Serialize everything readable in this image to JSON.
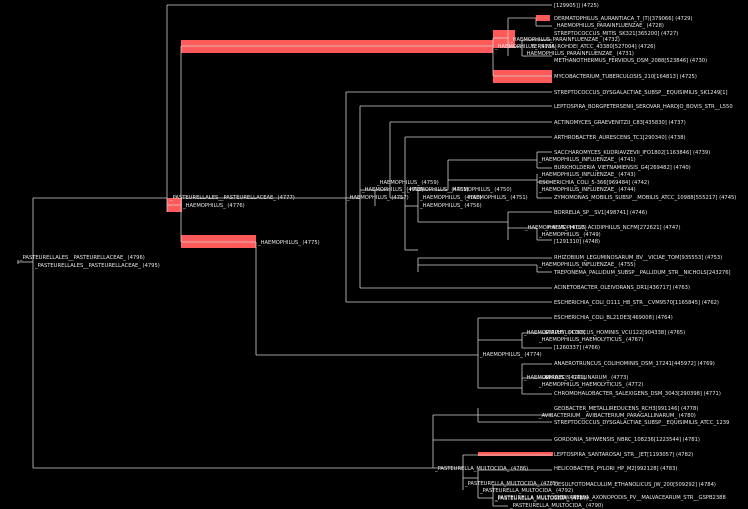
{
  "colors": {
    "background": "#000000",
    "branch": "#d0d0d0",
    "label": "#e8e8e8",
    "highlight": "#ff5a5a"
  },
  "labels": {
    "n4725a": "[129905]] (4725)",
    "n4729": "DERMATOPHILUS_AURANTIACA_T_(T)[379066] (4729)",
    "n4728": "_HAEMOPHILUS_PARAINFLUENZAE_ (4728)",
    "n4727": "STREPTOCOCCUS_MITIS_SK321[365200] (4727)",
    "n4732": "_HAEMOPHILUS_PARAINFLUENZAE_ (4732)",
    "n4736": "_HAEMOPHILUS_ (4736)",
    "n4726": "YERSINIA_ROHDEI_ATCC_43380[527004] (4726)",
    "n4731": "_HAEMOPHILUS_PARAINFLUENZAE_ (4731)",
    "n4730": "METHANOTHERMUS_FERVIDUS_DSM_2088[523846] (4730)",
    "n4725b": "MYCOBACTERIUM_TUBERCULOSIS_210[164813] (4725)",
    "n4734": "STREPTOCOCCUS_DYSGALACTIAE_SUBSP__EQUISIMILIS_SK1249[1]",
    "n4733": "LEPTOSPIRA_BORGPETERSENII_SEROVAR_HARDJO_BOVIS_STR__L550",
    "n4737": "ACTINOMYCES_GRAEVENITZII_C83[435830] (4737)",
    "n4738": "ARTHROBACTER_AURESCENS_TC1[290340] (4738)",
    "n4739": "SACCHAROMYCES_KUDRIAVZEVII_IFO1802[1163846] (4739)",
    "n4741": "_HAEMOPHILUS_INFLUENZAE_ (4741)",
    "n4740": "BURKHOLDERIA_VIETNAMIENSIS_G4[269482] (4740)",
    "n4743": "_HAEMOPHILUS_INFLUENZAE_ (4743)",
    "n4742": "ESCHERICHIA_COLI_5-366[969484] (4742)",
    "n4744": "_HAEMOPHILUS_INFLUENZAE_ (4744)",
    "n4745": "ZYMOMONAS_MOBILIS_SUBSP__MOBILIS_ATCC_10988[555217] (4745)",
    "n4750": "_HAEMOPHILUS_ (4750)",
    "n4746": "BORRELIA_SP__SV1[498741] (4746)",
    "n4752": "_HAEMOPHILUS_ (4752)",
    "n4747": "_HAEMOPHILUS_ACIDIPHILUS_NCFM[272621] (4747)",
    "n4749": "_HAEMOPHILUS_ (4749)",
    "n4748": "[1291310] (4748)",
    "n4753": "RHIZOBIUM_LEGUMINOSARUM_BV__VICIAE_TOM[935553] (4753)",
    "n4755": "_HAEMOPHILUS_INFLUENZAE_ (4755)",
    "n4754": "TREPONEMA_PALLIDUM_SUBSP__PALLIDUM_STR__NICHOLS[243276]",
    "n4760": "_HAEMOPHILUS_ (4760)",
    "n4751": "_HAEMOPHILUS_ (4751)",
    "n4756": "_HAEMOPHILUS_ (4756)",
    "n4759": "_HAEMOPHILUS_ (4759)",
    "n4758": "_HAEMOPHILUS_ (4758)",
    "n4761": "_HAEMOPHILUS_ (4761)",
    "n4757": "_HAEMOPHILUS_ (4757)",
    "n4763": "ACINETOBACTER_OLEIVORANS_DR1[436717] (4763)",
    "n4762": "ESCHERICHIA_COLI_O111_H8_STR__CVM9570[1165845] (4762)",
    "n4764": "ESCHERICHIA_COLI_BL21DE3[469008] (4764)",
    "n4765": "STAPHYLOCOCCUS_HOMINIS_VCU122[904338] (4765)",
    "n4768": "_HAEMOPHILUS_ (4768)",
    "n4767": "_HAEMOPHILUS_HAEMOLYTICUS_ (4767)",
    "n4766": "[1260337] (4766)",
    "n4774": "_HAEMOPHILUS_ (4774)",
    "n4769": "ANAEROTRUNCUS_COLIHOMINIS_DSM_17241[445972] (4769)",
    "n4771b": "_HAEMOPHILUS_ (4771)",
    "n4773": "EPRAECIS_GALLINARUM_ (4773)",
    "n4772": "_HAEMOPHILUS_HAEMOLYTICUS_ (4772)",
    "n4771": "CHROMOHALOBACTER_SALEXIGENS_DSM_3043[290398] (4771)",
    "n4778": "GEOBACTER_METALLIREDUCENS_RCH3[991146] (4778)",
    "n4780": "_AVIBACTERIUM__AVIBACTERIUM_PARAGALLINARUM_ (4780)",
    "n4779": "STREPTOCOCCUS_DYSGALACTIAE_SUBSP__EQUISIMILIS_ATCC_1239",
    "n4781": "GORDONIA_SIHWENSIS_NBRC_108236[1223544] (4781)",
    "n4782": "LEPTOSPIRA_SANTAROSAI_STR__JET[1193057] (4782)",
    "n4786": "_PASTEURELLA_MULTOCIDA_ (4786)",
    "n4783": "HELICOBACTER_PYLORI_HP_M2[992128] (4783)",
    "n4785": "_PASTEURELLA_MULTOCIDA_ (4785)",
    "n4784": "DESULFOTOMACULUM_ETHANOLICUS_JW_200[509292] (4784)",
    "n4787": "_PASTEURELLA_MULTOCIDA_ (4787)",
    "n4792": "_PASTEURELLA_MULTOCIDA_ (4792)",
    "n4789": "_PASTEURELLA_MULTOCIDA_ (4789)",
    "n4788": "SHEWANELLA_AXONOPODIS_PV__MALVACEARUM_STR__GSPB2388",
    "n4790": "_PASTEURELLA_MULTOCIDA_ (4790)",
    "n4777": "_PASTEURELLALES__PASTEURELLACEAE_ (4777)",
    "n4776": "_HAEMOPHILUS_ (4776)",
    "n4775": "_HAEMOPHILUS_ (4775)",
    "n4796": "_PASTEURELLALES__PASTEURELLACEAE_ (4796)",
    "n4795": "_PASTEURELLALES__PASTEURELLACEAE_ (4795)"
  }
}
